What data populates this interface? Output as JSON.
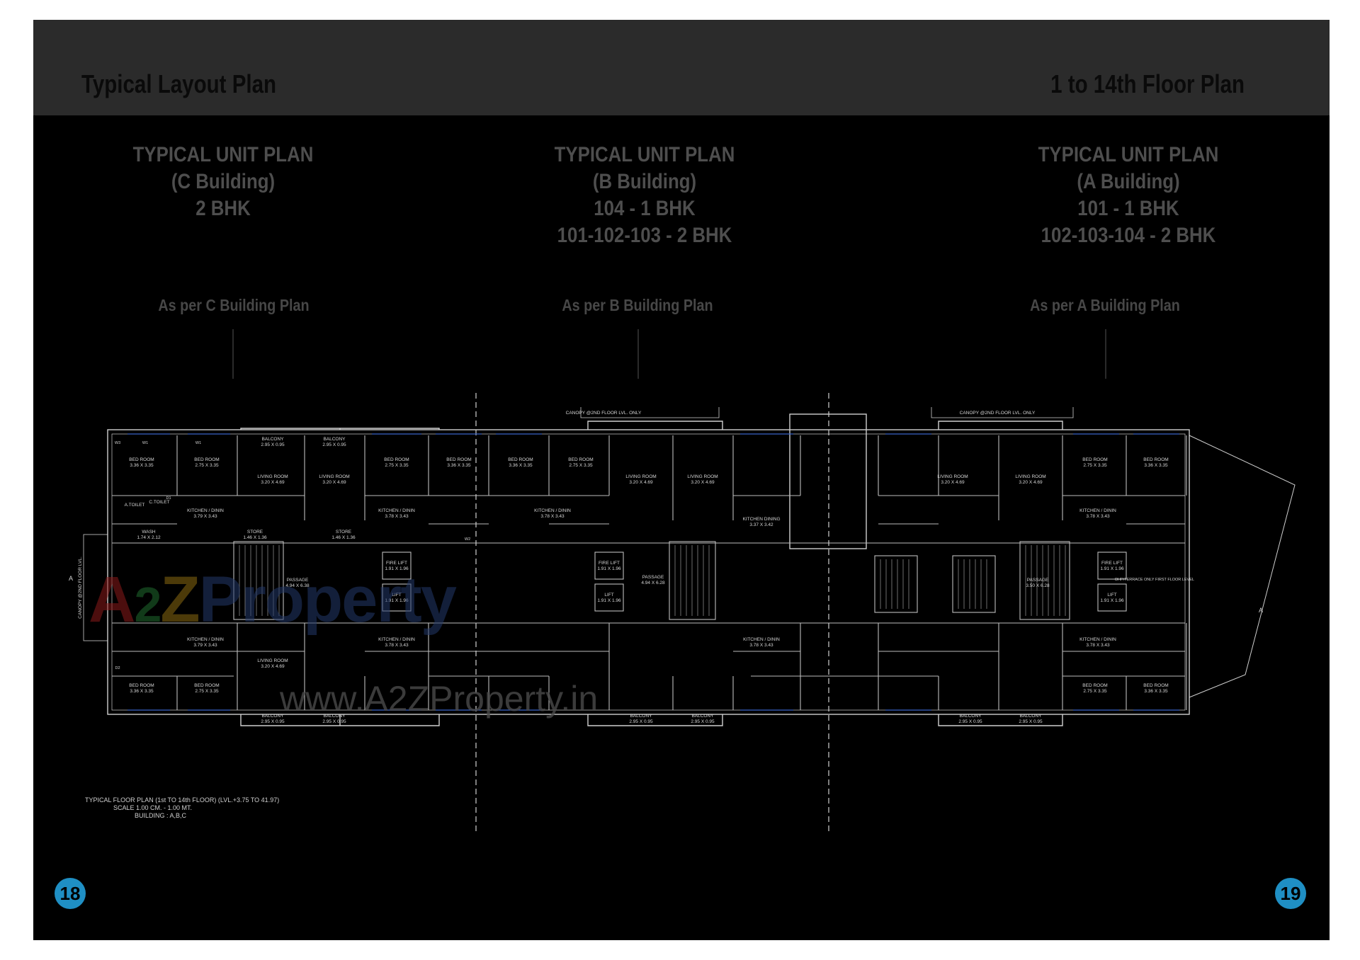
{
  "header": {
    "left_title": "Typical Layout Plan",
    "right_title": "1 to 14th Floor Plan"
  },
  "units": [
    {
      "lines": [
        "TYPICAL UNIT PLAN",
        "(C Building)",
        "2 BHK"
      ],
      "ref": "As per C Building Plan"
    },
    {
      "lines": [
        "TYPICAL UNIT PLAN",
        "(B Building)",
        "104 - 1 BHK",
        "101-102-103 - 2 BHK"
      ],
      "ref": "As per B Building Plan"
    },
    {
      "lines": [
        "TYPICAL UNIT PLAN",
        "(A Building)",
        "101 - 1 BHK",
        "102-103-104 - 2 BHK"
      ],
      "ref": "As per A Building Plan"
    }
  ],
  "plan": {
    "canopy_label": "CANOPY @2ND FLOOR LVL. ONLY",
    "canopy_side_label": "CANOPY @2ND FLOOR LVL.",
    "passage_label": "PASSAGE",
    "passage_sizes": [
      "4.94 X 6.38",
      "4.94 X 6.28",
      "3.50 X 6.28"
    ],
    "lift_label": "LIFT",
    "fire_lift_label": "FIRE LIFT",
    "lift_size": "1.91 X 1.96",
    "bed_room_label": "BED ROOM",
    "bed_room_sizes": [
      "3.36 X 3.35",
      "2.75 X 3.35"
    ],
    "living_room_label": "LIVING ROOM",
    "living_room_size": "3.20 X 4.69",
    "kitchen_label": "KITCHEN / DININ",
    "kitchen_sizes": [
      "3.79 X 3.43",
      "3.78 X 3.43"
    ],
    "balcony_label": "BALCONY",
    "balcony_size": "2.95 X 0.95",
    "store_label": "STORE",
    "store_size": "1.46 X 1.36",
    "wash_label": "WASH",
    "wash_size": "1.74 X 2.12",
    "toilet_label": "A.TOILET",
    "ctoilet_label": "C.TOILET",
    "kitchen_dining_label": "KITCHEN DINING",
    "kitchen_dining_size": "3.37 X 3.42",
    "side_marker": "A",
    "window_tags": [
      "W1",
      "W2",
      "W3",
      "D1",
      "D2"
    ],
    "dhp_label": "DHP/TERRACE ONLY FIRST FLOOR LEVEL"
  },
  "plan_note": [
    "TYPICAL FLOOR PLAN (1st TO 14th FLOOR) (LVL.+3.75 TO 41.97)",
    "SCALE 1.00 CM. - 1.00 MT.",
    "BUILDING : A,B,C"
  ],
  "watermark": {
    "brand_a": "A",
    "brand_2": "2",
    "brand_z": "Z",
    "brand_rest": "Property",
    "url": "www.A2ZProperty.in"
  },
  "page_numbers": {
    "left": "18",
    "right": "19"
  },
  "colors": {
    "page_bg": "#000000",
    "header_bg": "#2b2b2b",
    "heading_grey": "#4e4e4e",
    "page_badge": "#1f8fc4",
    "line_art": "#cfcfcf"
  }
}
